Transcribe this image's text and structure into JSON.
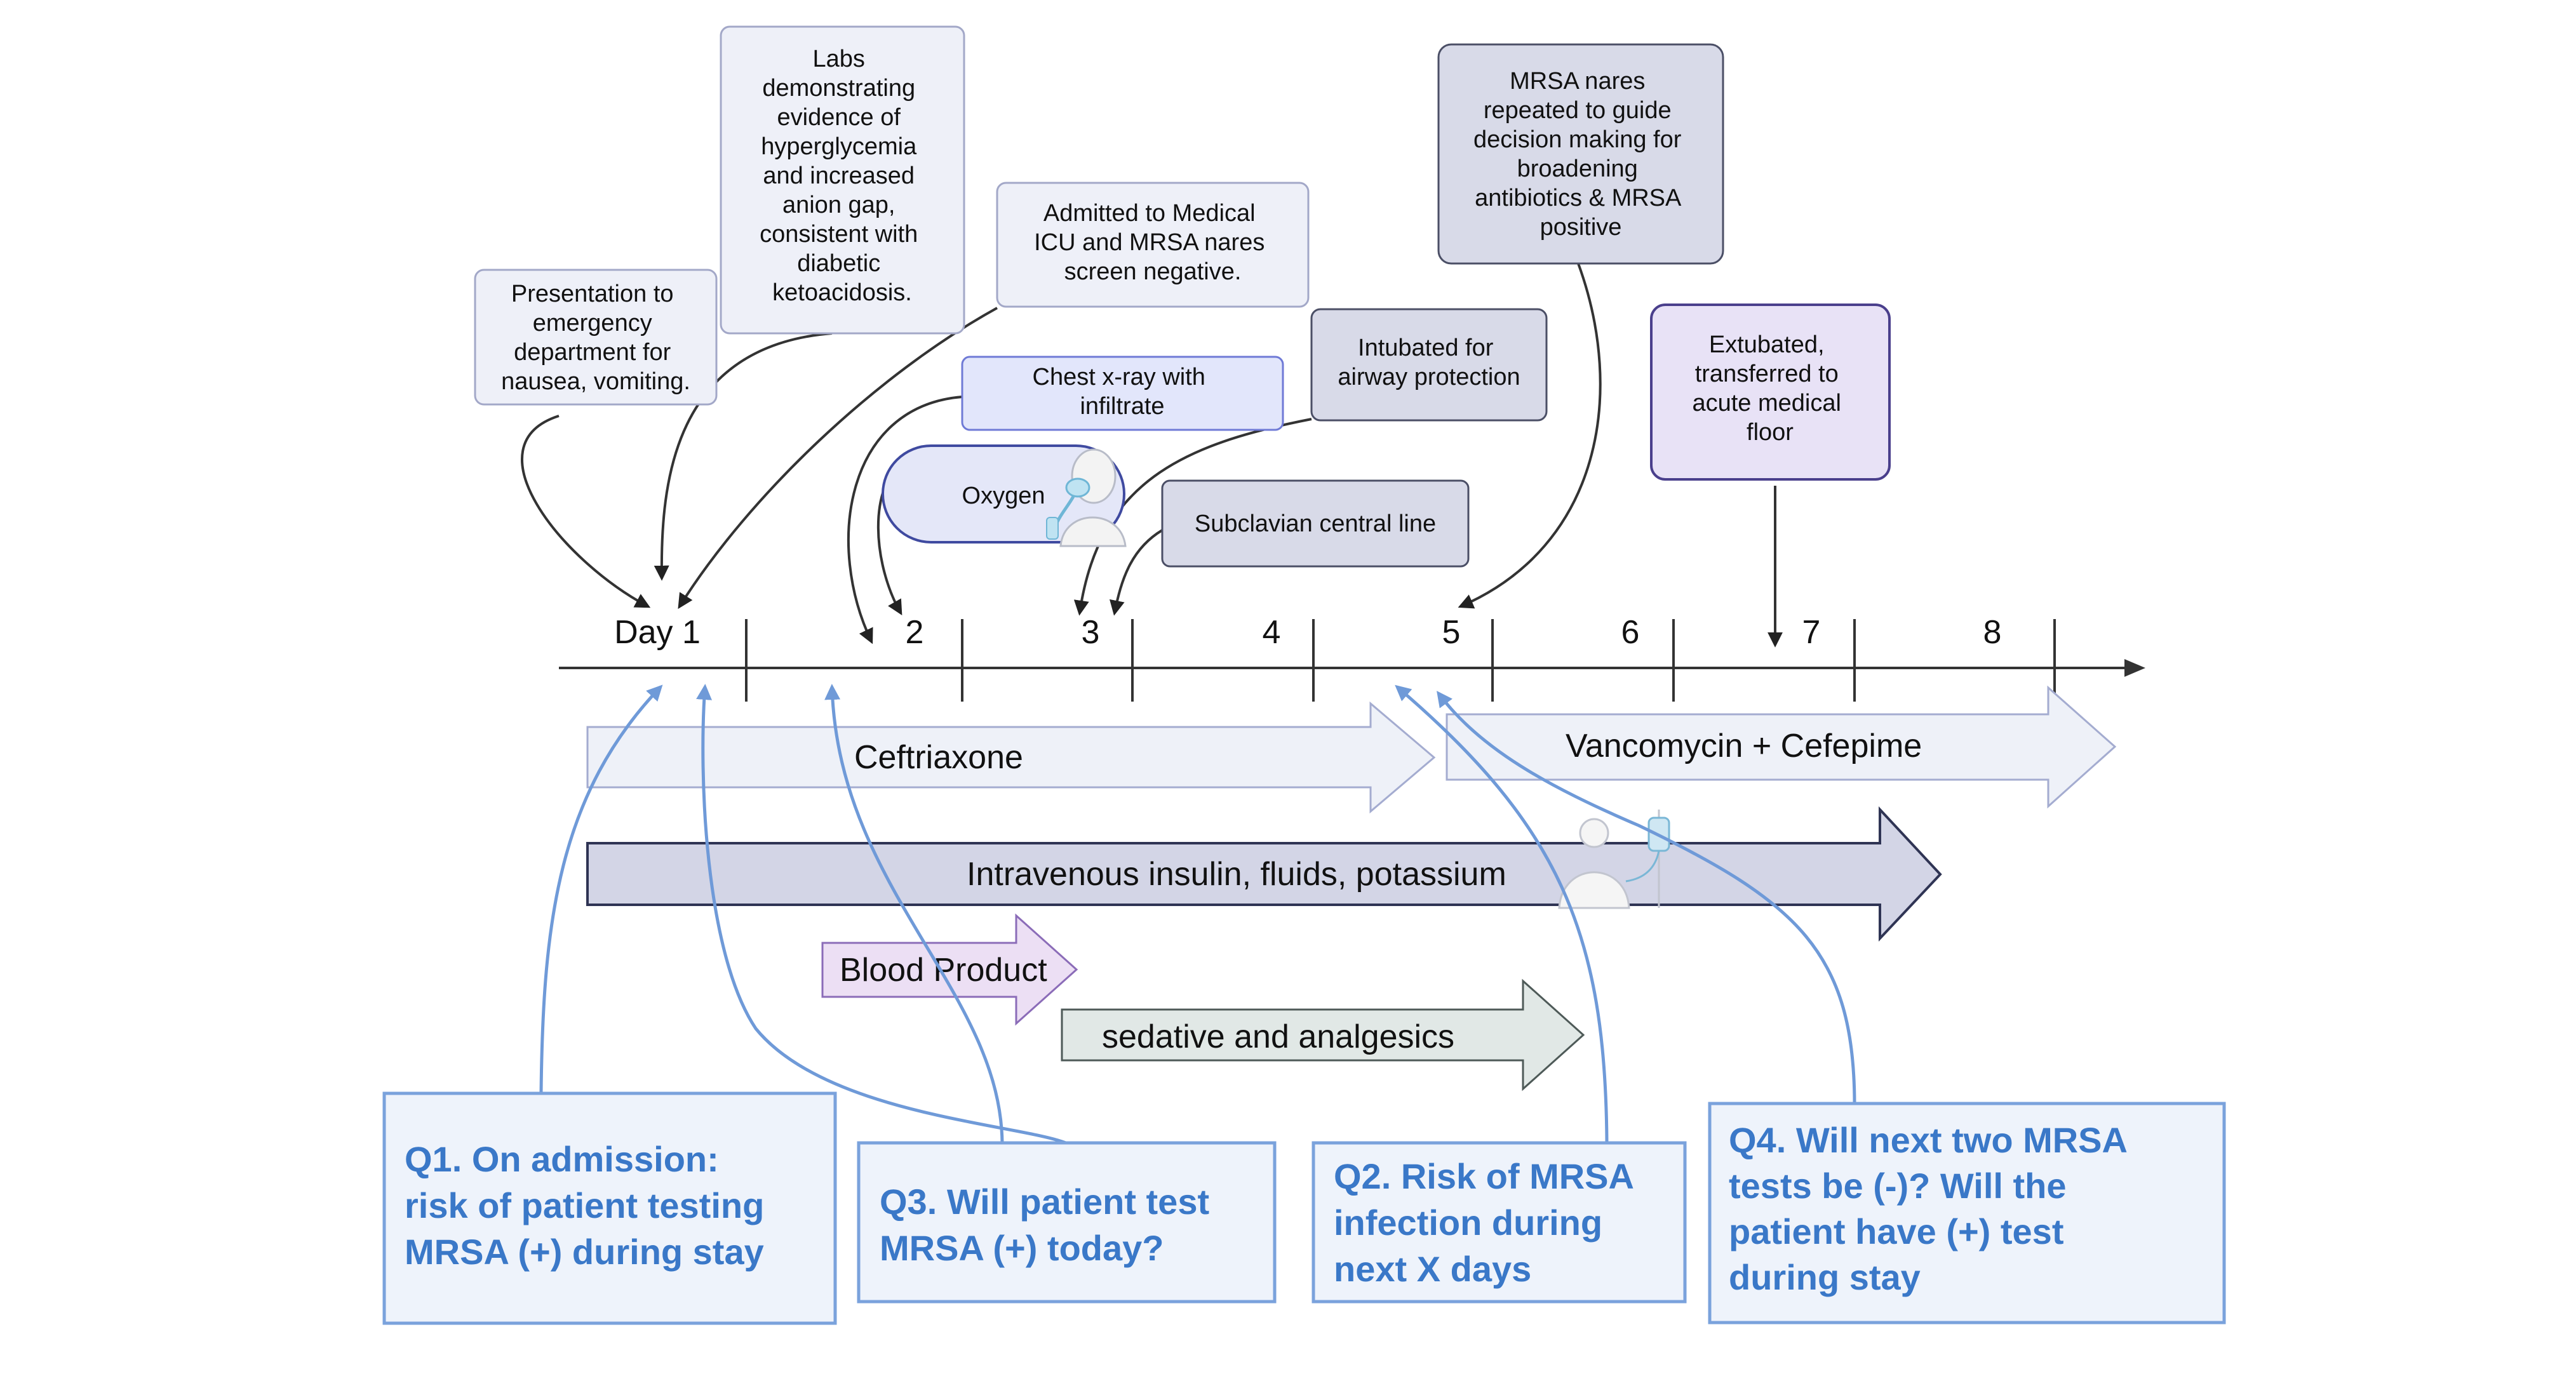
{
  "events": {
    "presentation": [
      "Presentation to",
      "emergency",
      "department for",
      "nausea, vomiting."
    ],
    "labs": [
      "Labs",
      "demonstrating",
      "evidence of",
      "hyperglycemia",
      "and increased",
      "anion gap,",
      "consistent with",
      "diabetic",
      "ketoacidosis."
    ],
    "admitted": [
      "Admitted to Medical",
      "ICU and MRSA nares",
      "screen negative."
    ],
    "chest_xray": [
      "Chest x-ray with",
      "infiltrate"
    ],
    "oxygen": "Oxygen",
    "intubated": [
      "Intubated for",
      "airway protection"
    ],
    "subclavian": "Subclavian central line",
    "mrsa_repeat": [
      "MRSA nares",
      "repeated to guide",
      "decision making for",
      "broadening",
      "antibiotics & MRSA",
      "positive"
    ],
    "extubated": [
      "Extubated,",
      "transferred to",
      "acute medical",
      "floor"
    ]
  },
  "timeline": {
    "day_labels": [
      "Day 1",
      "2",
      "3",
      "4",
      "5",
      "6",
      "7",
      "8"
    ]
  },
  "treatments": {
    "ceftriaxone": "Ceftriaxone",
    "vanco": "Vancomycin + Cefepime",
    "insulin": "Intravenous insulin, fluids, potassium",
    "blood": "Blood Product",
    "sedative": "sedative and analgesics"
  },
  "questions": {
    "q1": [
      "Q1. On admission:",
      "risk of patient testing",
      "MRSA (+) during stay"
    ],
    "q3": [
      "Q3. Will patient test",
      "MRSA (+) today?"
    ],
    "q2": [
      "Q2. Risk of MRSA",
      "infection during",
      "next X days"
    ],
    "q4": [
      "Q4. Will next two MRSA",
      "tests be (-)? Will the",
      "patient have (+) test",
      "during stay"
    ]
  },
  "colors": {
    "question_blue": "#3a78c8",
    "question_border": "#7aa2dc",
    "event_box_light": "#eef0f8",
    "event_box_dark": "#d8dae8",
    "insulin_bar": "#d3d5e6",
    "blood_bar": "#ecdff4",
    "sedative_bar": "#e1e8e6",
    "antibiotic_bar": "#eef1f8"
  },
  "icons": [
    "oxygen-mask-patient-icon",
    "patient-iv-drip-icon"
  ]
}
